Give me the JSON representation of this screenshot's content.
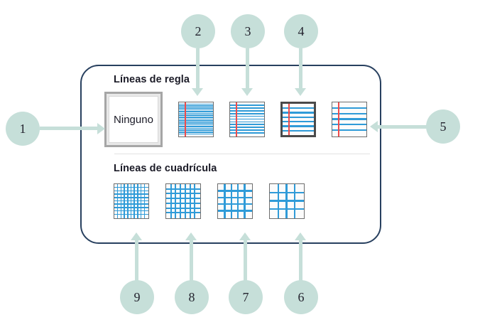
{
  "panel": {
    "sections": [
      {
        "id": "ruled",
        "title": "Líneas de regla"
      },
      {
        "id": "grid",
        "title": "Líneas de cuadrícula"
      }
    ]
  },
  "swatches": {
    "none": {
      "label": "Ninguno",
      "selected": true
    },
    "ruled": [
      {
        "id": "ruled-narrow",
        "lines": 17,
        "margin_rule": true,
        "border": "thin",
        "line_color": "#2f9bd8"
      },
      {
        "id": "ruled-college",
        "lines": 11,
        "margin_rule": true,
        "border": "thin",
        "line_color": "#2f9bd8"
      },
      {
        "id": "ruled-wide",
        "lines": 6,
        "margin_rule": true,
        "border": "thick",
        "line_color": "#2f9bd8"
      },
      {
        "id": "ruled-extra-wide",
        "lines": 5,
        "margin_rule": true,
        "border": "thin",
        "line_color": "#2f9bd8"
      }
    ],
    "grid": [
      {
        "id": "grid-fine",
        "cells": 10,
        "border": "thin",
        "line_color": "#2f9bd8"
      },
      {
        "id": "grid-small",
        "cells": 7,
        "border": "thin",
        "line_color": "#2f9bd8"
      },
      {
        "id": "grid-medium",
        "cells": 5,
        "border": "thin",
        "line_color": "#2f9bd8"
      },
      {
        "id": "grid-large",
        "cells": 4,
        "border": "thin",
        "line_color": "#2f9bd8"
      }
    ]
  },
  "callouts": [
    {
      "number": "1",
      "target": "none-swatch",
      "direction": "right"
    },
    {
      "number": "2",
      "target": "ruled-narrow",
      "direction": "down"
    },
    {
      "number": "3",
      "target": "ruled-college",
      "direction": "down"
    },
    {
      "number": "4",
      "target": "ruled-wide",
      "direction": "down"
    },
    {
      "number": "5",
      "target": "ruled-extra-wide",
      "direction": "left"
    },
    {
      "number": "6",
      "target": "grid-large",
      "direction": "up"
    },
    {
      "number": "7",
      "target": "grid-medium",
      "direction": "up"
    },
    {
      "number": "8",
      "target": "grid-small",
      "direction": "up"
    },
    {
      "number": "9",
      "target": "grid-fine",
      "direction": "up"
    }
  ],
  "colors": {
    "callout_fill": "#c6dfd9",
    "panel_border": "#28405f",
    "rule_line": "#2f9bd8",
    "margin_rule": "#ef4b4b",
    "heading_text": "#1b1b27",
    "separator": "#e2e2e2"
  }
}
